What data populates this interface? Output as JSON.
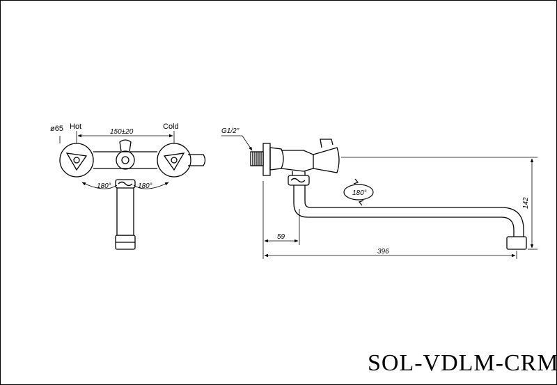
{
  "front_view": {
    "diameter_label": "ø65",
    "hot_label": "Hot",
    "cold_label": "Cold",
    "spacing_label": "150±20",
    "rotation_left_label": "180°",
    "rotation_right_label": "180°"
  },
  "side_view": {
    "thread_label": "G1/2\"",
    "rotation_label": "180°",
    "height_label": "142",
    "offset_label": "59",
    "length_label": "396"
  },
  "model_number": "SOL-VDLM-CRM"
}
